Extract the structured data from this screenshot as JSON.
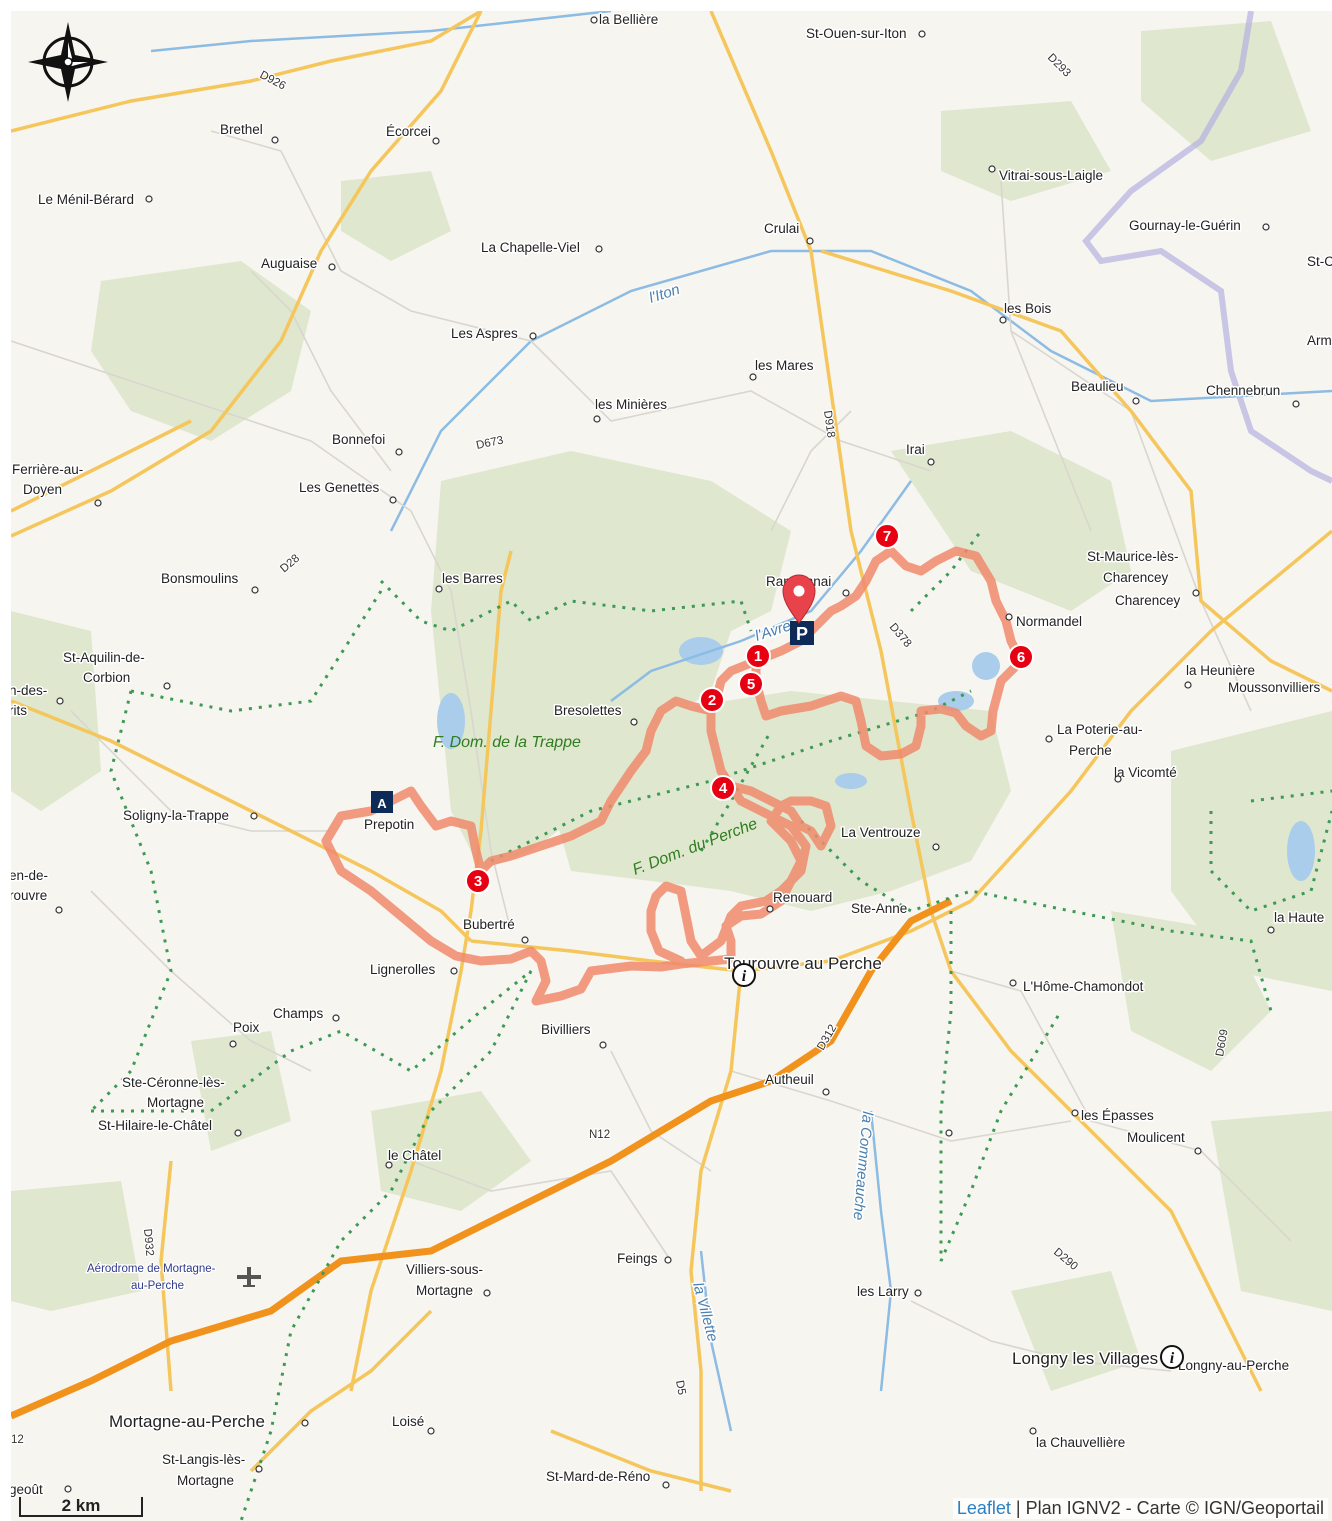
{
  "map": {
    "scale_label": "2 km",
    "attribution": {
      "leaflet": "Leaflet",
      "sep": "|",
      "rest": "Plan IGNV2 - Carte © IGN/Geoportail"
    },
    "towns": [
      "la Bellière",
      "St-Ouen-sur-Iton",
      "Brethel",
      "Écorcei",
      "Le Ménil-Bérard",
      "Crulai",
      "Vitrai-sous-Laigle",
      "Gournay-le-Guérin",
      "St-C",
      "La Chapelle-Viel",
      "Auguaise",
      "les Bois",
      "Armen",
      "Les Aspres",
      "les Mares",
      "Beaulieu",
      "Chennebrun",
      "les Minières",
      "Bonnefoi",
      "Irai",
      "Ferrière-au-",
      "Doyen",
      "Les Genettes",
      "St-Maurice-lès-",
      "Charencey",
      "Charencey",
      "Bonsmoulins",
      "les Barres",
      "Randonnai",
      "Normandel",
      "St-Aquilin-de-",
      "Corbion",
      "la Heunière",
      "Moussonvilliers",
      "n-des-",
      "rits",
      "Bresolettes",
      "La Poterie-au-",
      "Perche",
      "la Vicomté",
      "Soligny-la-Trappe",
      "Prepotin",
      "La Ventrouze",
      "en-de-",
      "rouvre",
      "Renouard",
      "Ste-Anne",
      "la Haute",
      "Bubertré",
      "Lignerolles",
      "L'Hôme-Chamondot",
      "Poix",
      "Champs",
      "Bivilliers",
      "Ste-Céronne-lès-",
      "Mortagne",
      "Autheuil",
      "St-Hilaire-le-Châtel",
      "les Épasses",
      "Moulicent",
      "le Châtel",
      "Feings",
      "Villiers-sous-",
      "Mortagne",
      "les Larry",
      "Longny-au-Perche",
      "Mortagne-au-Perche",
      "Loisé",
      "la Chauvellière",
      "St-Langis-lès-",
      "Mortagne",
      "geoût",
      "St-Mard-de-Réno"
    ],
    "info_towns": [
      "Tourouvre au Perche",
      "Longny les Villages"
    ],
    "roads": [
      "D926",
      "D293",
      "D673",
      "D28",
      "D918",
      "D378",
      "D312",
      "N12",
      "D609",
      "D290",
      "D932",
      "D5",
      "12"
    ],
    "rivers": [
      "l'Iton",
      "l'Avre",
      "la Commeauche",
      "la Villette"
    ],
    "forests": [
      "F. Dom. de la Trappe",
      "F. Dom. du Perche"
    ],
    "airfield": [
      "Aérodrome de Mortagne-",
      "au-Perche"
    ],
    "start_marker": {
      "label": "A"
    },
    "parking_marker": {
      "label": "P"
    },
    "stages": [
      "1",
      "2",
      "3",
      "4",
      "5",
      "6",
      "7"
    ],
    "colors": {
      "route": "#f08a6c",
      "stage": "#e60012",
      "trail": "#3c9a54",
      "motorway": "#f0921c",
      "main_road": "#f5c65c",
      "forest": "#dfe7cf",
      "water": "#a9cdea",
      "border": "#b4b0e0"
    }
  }
}
